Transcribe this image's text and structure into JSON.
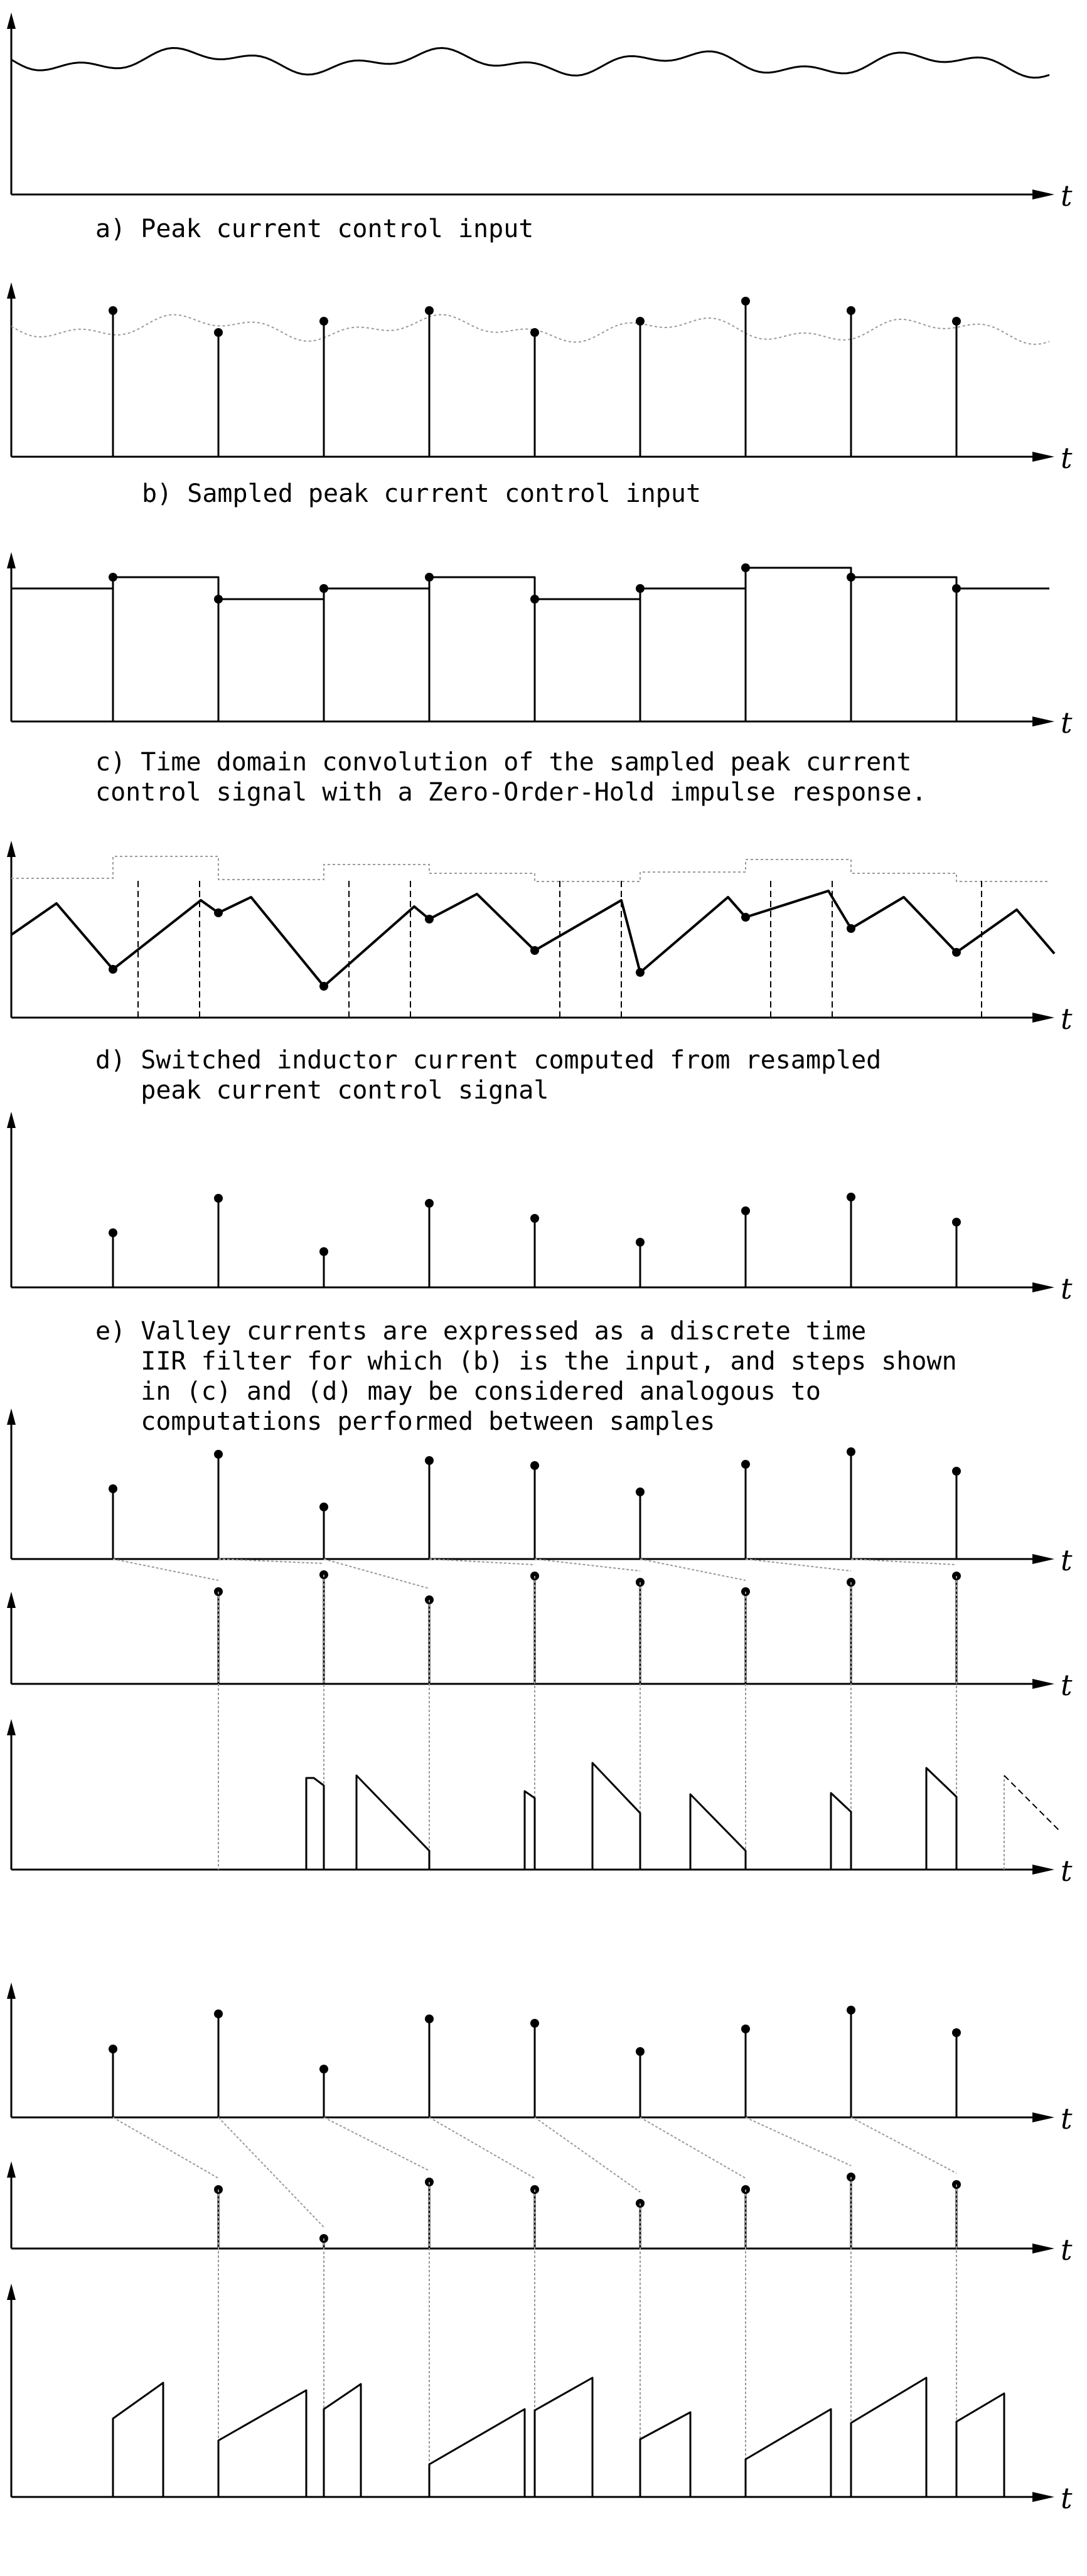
{
  "panels": [
    {
      "id": "a",
      "caption_lines": [
        "a) Peak current control input"
      ],
      "axis_label": "t"
    },
    {
      "id": "b",
      "caption_lines": [
        "b) Sampled peak current control input"
      ],
      "axis_label": "t"
    },
    {
      "id": "c",
      "caption_lines": [
        "c) Time domain convolution of the sampled peak current",
        "control signal with a Zero-Order-Hold impulse response."
      ],
      "axis_label": "t"
    },
    {
      "id": "d",
      "caption_lines": [
        "d) Switched inductor current computed from resampled",
        "   peak current control signal"
      ],
      "axis_label": "t"
    },
    {
      "id": "e",
      "caption_lines": [
        "e) Valley currents are expressed as a discrete time",
        "   IIR filter for which (b) is the input, and steps shown",
        "   in (c) and (d) may be considered analogous to",
        "   computations performed between samples"
      ],
      "axis_label": "t"
    }
  ],
  "bottom_groups": [
    {
      "id": "group-1",
      "axis_labels": [
        "t",
        "t",
        "t"
      ]
    },
    {
      "id": "group-2",
      "axis_labels": [
        "t",
        "t",
        "t"
      ]
    }
  ],
  "colors": {
    "ink": "#000000",
    "dotted": "#9a9a9a"
  }
}
